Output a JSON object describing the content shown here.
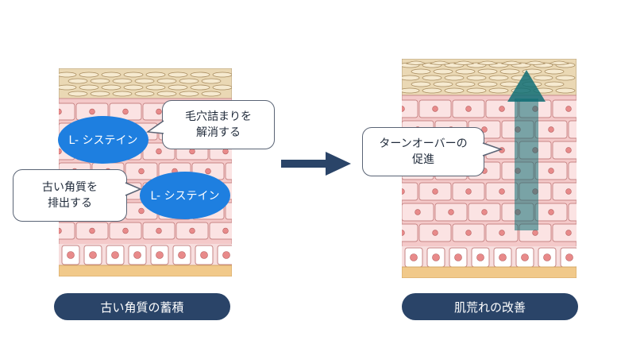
{
  "left": {
    "callout_pores": [
      "毛穴詰まりを",
      "解消する"
    ],
    "callout_exfoliate": [
      "古い角質を",
      "排出する"
    ],
    "bubble_top": "L- システイン",
    "bubble_bottom": "L- システイン",
    "label": "古い角質の蓄積"
  },
  "right": {
    "callout_turnover": [
      "ターンオーバーの",
      "促進"
    ],
    "label": "肌荒れの改善"
  },
  "colors": {
    "label_bg": "#2a4468",
    "bubble": "#1e7fe0",
    "arrow": "#2a4468",
    "turnover_arrow": "#0f6f75"
  }
}
